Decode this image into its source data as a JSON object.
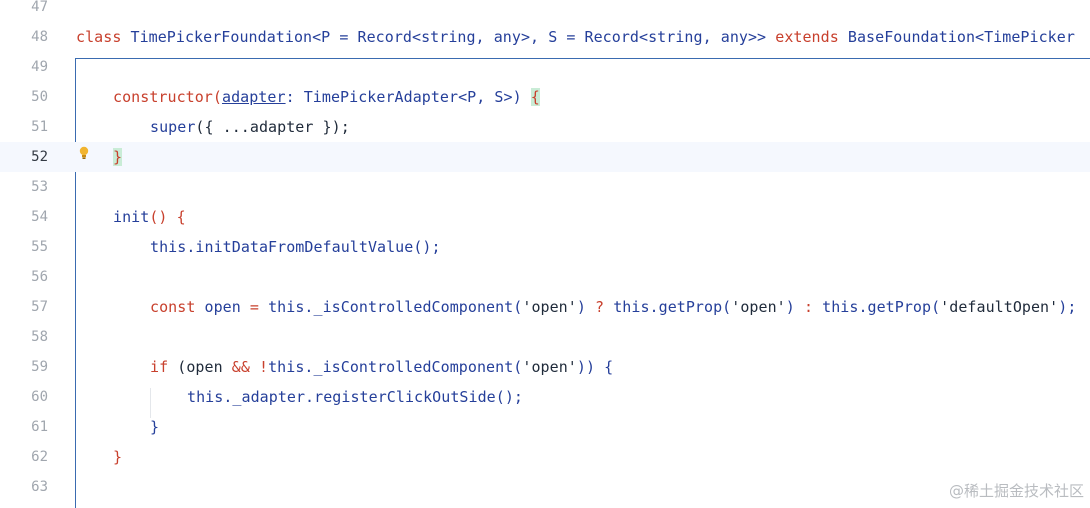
{
  "lines": [
    {
      "num": "47"
    },
    {
      "num": "48"
    },
    {
      "num": "49"
    },
    {
      "num": "50"
    },
    {
      "num": "51"
    },
    {
      "num": "52"
    },
    {
      "num": "53"
    },
    {
      "num": "54"
    },
    {
      "num": "55"
    },
    {
      "num": "56"
    },
    {
      "num": "57"
    },
    {
      "num": "58"
    },
    {
      "num": "59"
    },
    {
      "num": "60"
    },
    {
      "num": "61"
    },
    {
      "num": "62"
    },
    {
      "num": "63"
    }
  ],
  "code": {
    "l48": {
      "kw_class": "class",
      "name": " TimePickerFoundation<P = Record<string, any>, S = Record<string, any>> ",
      "kw_extends": "extends",
      "base": " BaseFoundation<TimePicker"
    },
    "l50": {
      "kw": "constructor",
      "open": "(",
      "param": "adapter",
      "rest": ": TimePickerAdapter<P, S>) ",
      "brace": "{"
    },
    "l51": {
      "fn": "super",
      "rest": "({ ...adapter });"
    },
    "l52": {
      "brace": "}"
    },
    "l54": {
      "fn": "init",
      "rest": "() ",
      "brace": "{"
    },
    "l55": {
      "this": "this",
      "rest": ".initDataFromDefaultValue();"
    },
    "l57": {
      "kw": "const",
      "var": " open ",
      "eq": "=",
      "t1": " this",
      "p1": "._isControlledComponent(",
      "s1": "'open'",
      "p2": ") ",
      "q": "?",
      "t2": " this",
      "p3": ".getProp(",
      "s2": "'open'",
      "p4": ") ",
      "c": ":",
      "t3": " this",
      "p5": ".getProp(",
      "s3": "'defaultOpen'",
      "p6": ");"
    },
    "l59": {
      "kw": "if",
      "p1": " (open ",
      "and": "&&",
      "not": " !",
      "t": "this",
      "p2": "._isControlledComponent(",
      "s": "'open'",
      "p3": ")) {"
    },
    "l60": {
      "this": "this",
      "rest": "._adapter.registerClickOutSide();"
    },
    "l61": {
      "brace": "}"
    },
    "l62": {
      "brace": "}"
    }
  },
  "watermark": "@稀土掘金技术社区",
  "colors": {
    "keyword": "#c8402d",
    "identifier": "#253f9a",
    "text": "#1f2a3a",
    "line_number": "#a0a6ae",
    "current_line_bg": "#f5f8fe",
    "brace_highlight": "#c9ecd6"
  }
}
